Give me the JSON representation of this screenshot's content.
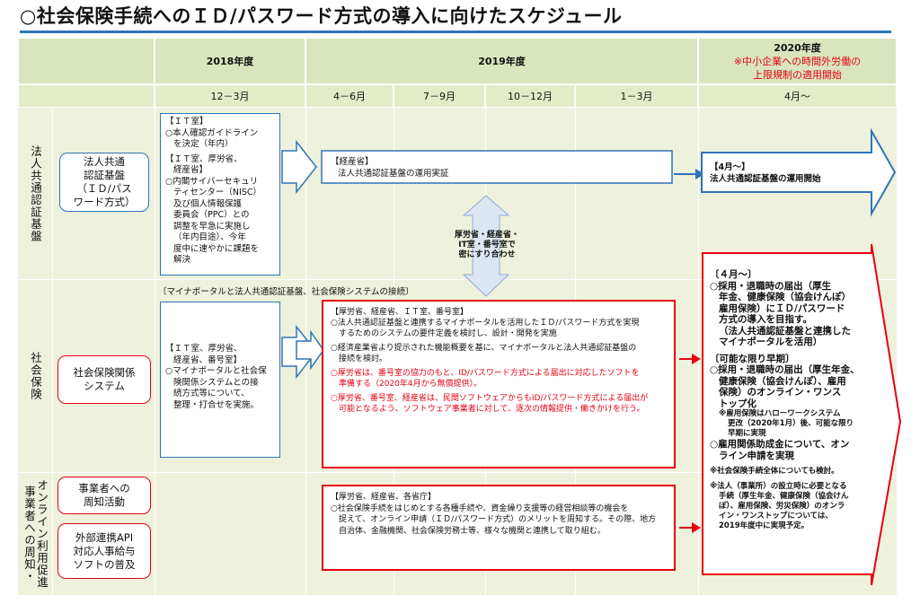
{
  "title": "○社会保険手続へのＩＤ/パスワード方式の導入に向けたスケジュール",
  "header": {
    "fy2018": "2018年度",
    "fy2019": "2019年度",
    "fy2020": "2020年度",
    "fy2020_note1": "※中小企業への時間外労働の",
    "fy2020_note2": "上限規制の適用開始",
    "periods": [
      "12－3月",
      "4－6月",
      "7－9月",
      "10－12月",
      "1－3月",
      "4月～"
    ]
  },
  "rows": {
    "corp_auth": "法人共通認証基盤",
    "social_ins": "社会保険",
    "promotion_a": "事業者への周知・",
    "promotion_b": "オンライン利用促進"
  },
  "pills": {
    "corp_auth": [
      "法人共通",
      "認証基盤",
      "（ＩＤ/パス",
      "ワード方式）"
    ],
    "social_sys": [
      "社会保険関係",
      "システム"
    ],
    "notify": [
      "事業者への",
      "周知活動"
    ],
    "api": [
      "外部連携API",
      "対応人事給与",
      "ソフトの普及"
    ]
  },
  "boxes": {
    "it_office": [
      "【ＩＴ室】",
      "○本人確認ガイドライン",
      "を決定（年内）",
      "【ＩＴ室、厚労省、",
      "経産省】",
      "○内閣サイバーセキュリ",
      "ティセンター（NISC）",
      "及び個人情報保護",
      "委員会（PPC）との",
      "調整を早急に実施し",
      "（年内目途）、今年",
      "度中に速やかに課題を",
      "解決"
    ],
    "meti": [
      "【経産省】",
      "法人共通認証基盤の運用実証"
    ],
    "apr_start": [
      "【4月～】",
      "法人共通認証基盤の運用開始"
    ],
    "consult": [
      "厚労省・経産省・",
      "IT室・番号室で",
      "密にすり合わせ"
    ],
    "connect_label": "〔マイナポータルと法人共通認証基盤、社会保険システムの接続〕",
    "mhlw_it": [
      "【ＩＴ室、厚労省、",
      "経産省、番号室】",
      "○マイナポータルと社会保",
      "険関係システムとの接",
      "続方式等について、",
      "整理・打合せを実施。"
    ],
    "mhlw_main": {
      "l1": "【厚労省、経産省、ＩＴ室、番号室】",
      "l2": "○法人共通認証基盤と連携するマイナポータルを活用したＩＤ/パスワード方式を実現",
      "l3": "するためのシステムの要件定義を検討し、設計・開発を実施",
      "l4": "○経済産業省より提示された機能概要を基に、マイナポータルと法人共通認証基盤の",
      "l5": "接続を検討。",
      "l6": "○厚労省は、番号室の協力のもと、ID/パスワード方式による届出に対応したソフトを",
      "l7": "準備する（2020年4月から無償提供）。",
      "l8": "○厚労省、番号室、経産省は、民間ソフトウェアからもID/パスワード方式による届出が",
      "l9": "可能となるよう、ソフトウェア事業者に対して、逐次の情報提供・働きかけを行う。"
    },
    "promo": {
      "l1": "【厚労省、経産省、各省庁】",
      "l2": "○社会保険手続をはじめとする各種手続や、資金繰り支援等の経営相談等の機会を",
      "l3": "捉えて、オンライン申請（ＩＤ/パスワード方式）のメリットを周知する。その際、地方",
      "l4": "自治体、金融機関、社会保険労務士等、様々な機関と連携して取り組む。"
    },
    "big": {
      "l1": "〔４月～〕",
      "l2": "○採用・退職時の届出（厚生",
      "l3": "年金、健康保険（協会けんぽ）",
      "l4": "雇用保険）にＩＤ/パスワード",
      "l5": "方式の導入を目指す。",
      "l6": "（法人共通認証基盤と連携した",
      "l7": "マイナポータルを活用）",
      "l8": "〔可能な限り早期〕",
      "l9": "○採用・退職時の届出（厚生年金、",
      "l10": "健康保険（協会けんぽ）、雇用",
      "l11": "保険）のオンライン・ワンス",
      "l12": "トップ化",
      "l13": "※雇用保険はハローワークシステム",
      "l14": "更改（2020年1月）後、可能な限り",
      "l15": "早期に実現",
      "l16": "○雇用関係助成金について、オン",
      "l17": "ライン申請を実現",
      "l18": "※社会保険手続全体についても検討。",
      "l19": "※法人（事業所）の設立時に必要となる",
      "l20": "手続（厚生年金、健康保険（協会けん",
      "l21": "ぽ）、雇用保険、労災保険）のオンラ",
      "l22": "イン・ワンストップについては、",
      "l23": "2019年度中に実現予定。"
    }
  },
  "colors": {
    "blue": "#2e75b6",
    "red": "#e60012",
    "arrow_fill": "#dce6f2",
    "board": "#eef1dc",
    "header": "#d9e5be"
  }
}
